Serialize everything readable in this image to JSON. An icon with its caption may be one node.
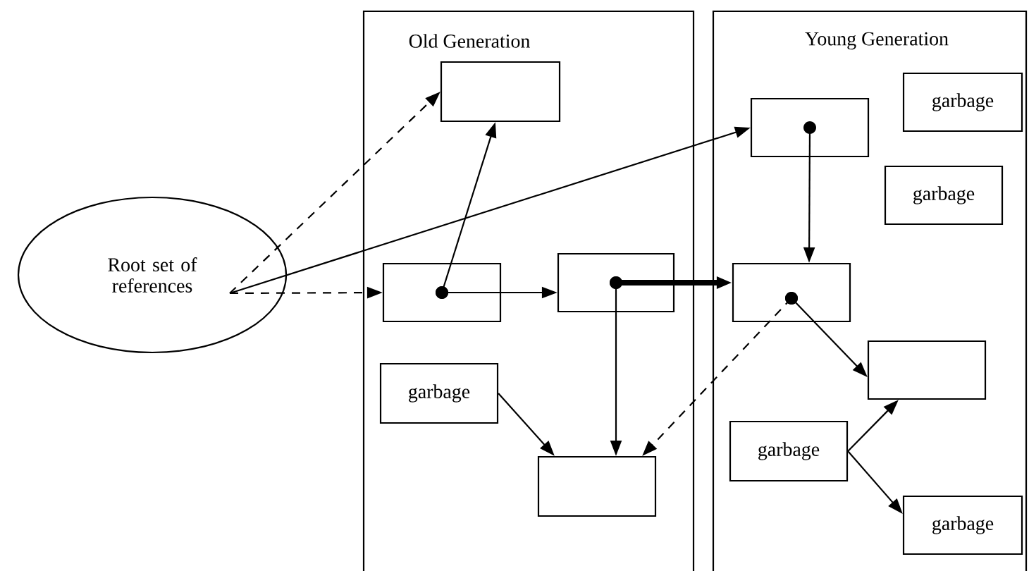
{
  "diagram": {
    "nodes": [
      {
        "text": [
          "Old Generation"
        ]
      },
      {
        "text": [
          "Young Generation"
        ]
      },
      {
        "text": [
          "Root set of references"
        ]
      },
      {
        "text": [],
        "shape": "box",
        "in": 0
      },
      {
        "text": [],
        "shape": "box",
        "in": 0
      },
      {
        "text": [],
        "shape": "box",
        "in": 0
      },
      {
        "text": [
          "garbage"
        ],
        "in": 0
      },
      {
        "text": [],
        "shape": "box",
        "in": 0
      },
      {
        "text": [],
        "shape": "box",
        "in": 1
      },
      {
        "text": [
          "garbage"
        ],
        "in": 1
      },
      {
        "text": [
          "garbage"
        ],
        "in": 1
      },
      {
        "text": [],
        "shape": "box",
        "in": 1
      },
      {
        "text": [],
        "shape": "box",
        "in": 1
      },
      {
        "text": [
          "garbage"
        ],
        "in": 1
      },
      {
        "text": [
          "garbage"
        ],
        "in": 1
      }
    ],
    "edges": [
      {
        "from": 2,
        "to": 3,
        "arrow": "to",
        "style": "dashed"
      },
      {
        "from": 2,
        "to": 8,
        "arrow": "to"
      },
      {
        "from": 2,
        "to": 4,
        "arrow": "to",
        "style": "dashed"
      },
      {
        "from": 4,
        "to": 3,
        "arrow": "to"
      },
      {
        "from": 4,
        "to": 5,
        "arrow": "to"
      },
      {
        "from": 5,
        "to": 11,
        "arrow": "to",
        "style": "thick"
      },
      {
        "from": 5,
        "to": 7,
        "arrow": "to"
      },
      {
        "from": 6,
        "to": 7,
        "arrow": "to"
      },
      {
        "from": 8,
        "to": 11,
        "arrow": "to"
      },
      {
        "from": 11,
        "to": 12,
        "arrow": "to"
      },
      {
        "from": 11,
        "to": 7,
        "arrow": "to",
        "style": "dashed"
      },
      {
        "from": 13,
        "to": 12,
        "arrow": "to"
      },
      {
        "from": 13,
        "to": 14,
        "arrow": "to"
      }
    ]
  }
}
